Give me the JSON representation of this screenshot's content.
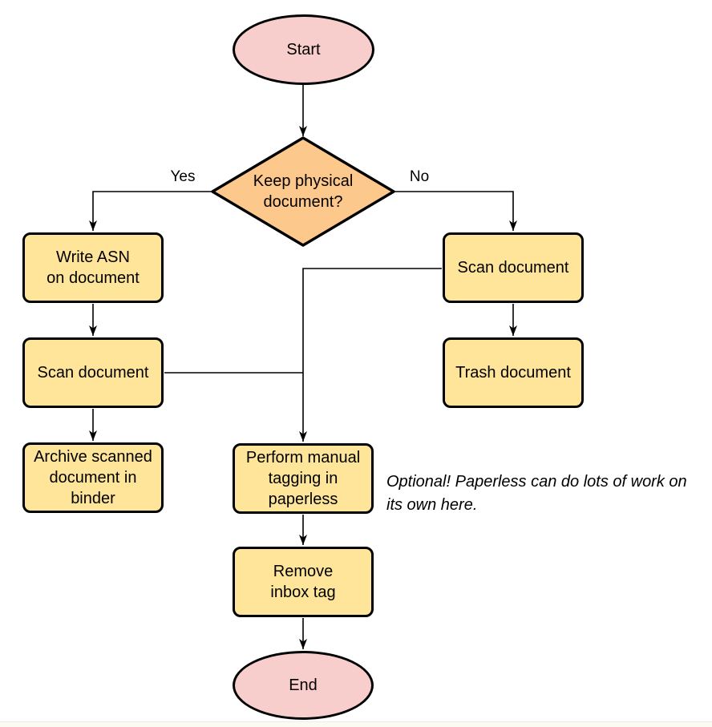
{
  "colors": {
    "background": "#ffffff",
    "terminal_fill": "#f8cecc",
    "decision_fill": "#fdc88c",
    "process_fill": "#ffe59a",
    "shape_border": "#000000",
    "connector": "#000000",
    "text": "#000000"
  },
  "flowchart": {
    "nodes": {
      "start": {
        "label": "Start",
        "shape": "terminal"
      },
      "decision": {
        "label": "Keep physical\ndocument?",
        "shape": "decision"
      },
      "write_asn": {
        "label": "Write ASN\non document",
        "shape": "process"
      },
      "scan_left": {
        "label": "Scan document",
        "shape": "process"
      },
      "archive": {
        "label": "Archive scanned\ndocument in\nbinder",
        "shape": "process"
      },
      "scan_right": {
        "label": "Scan document",
        "shape": "process"
      },
      "trash": {
        "label": "Trash document",
        "shape": "process"
      },
      "tagging": {
        "label": "Perform manual\ntagging in\npaperless",
        "shape": "process"
      },
      "remove_inbox": {
        "label": "Remove\ninbox tag",
        "shape": "process"
      },
      "end": {
        "label": "End",
        "shape": "terminal"
      }
    },
    "edge_labels": {
      "yes": "Yes",
      "no": "No"
    },
    "annotation": "Optional! Paperless can do lots of work on\nits own here."
  }
}
